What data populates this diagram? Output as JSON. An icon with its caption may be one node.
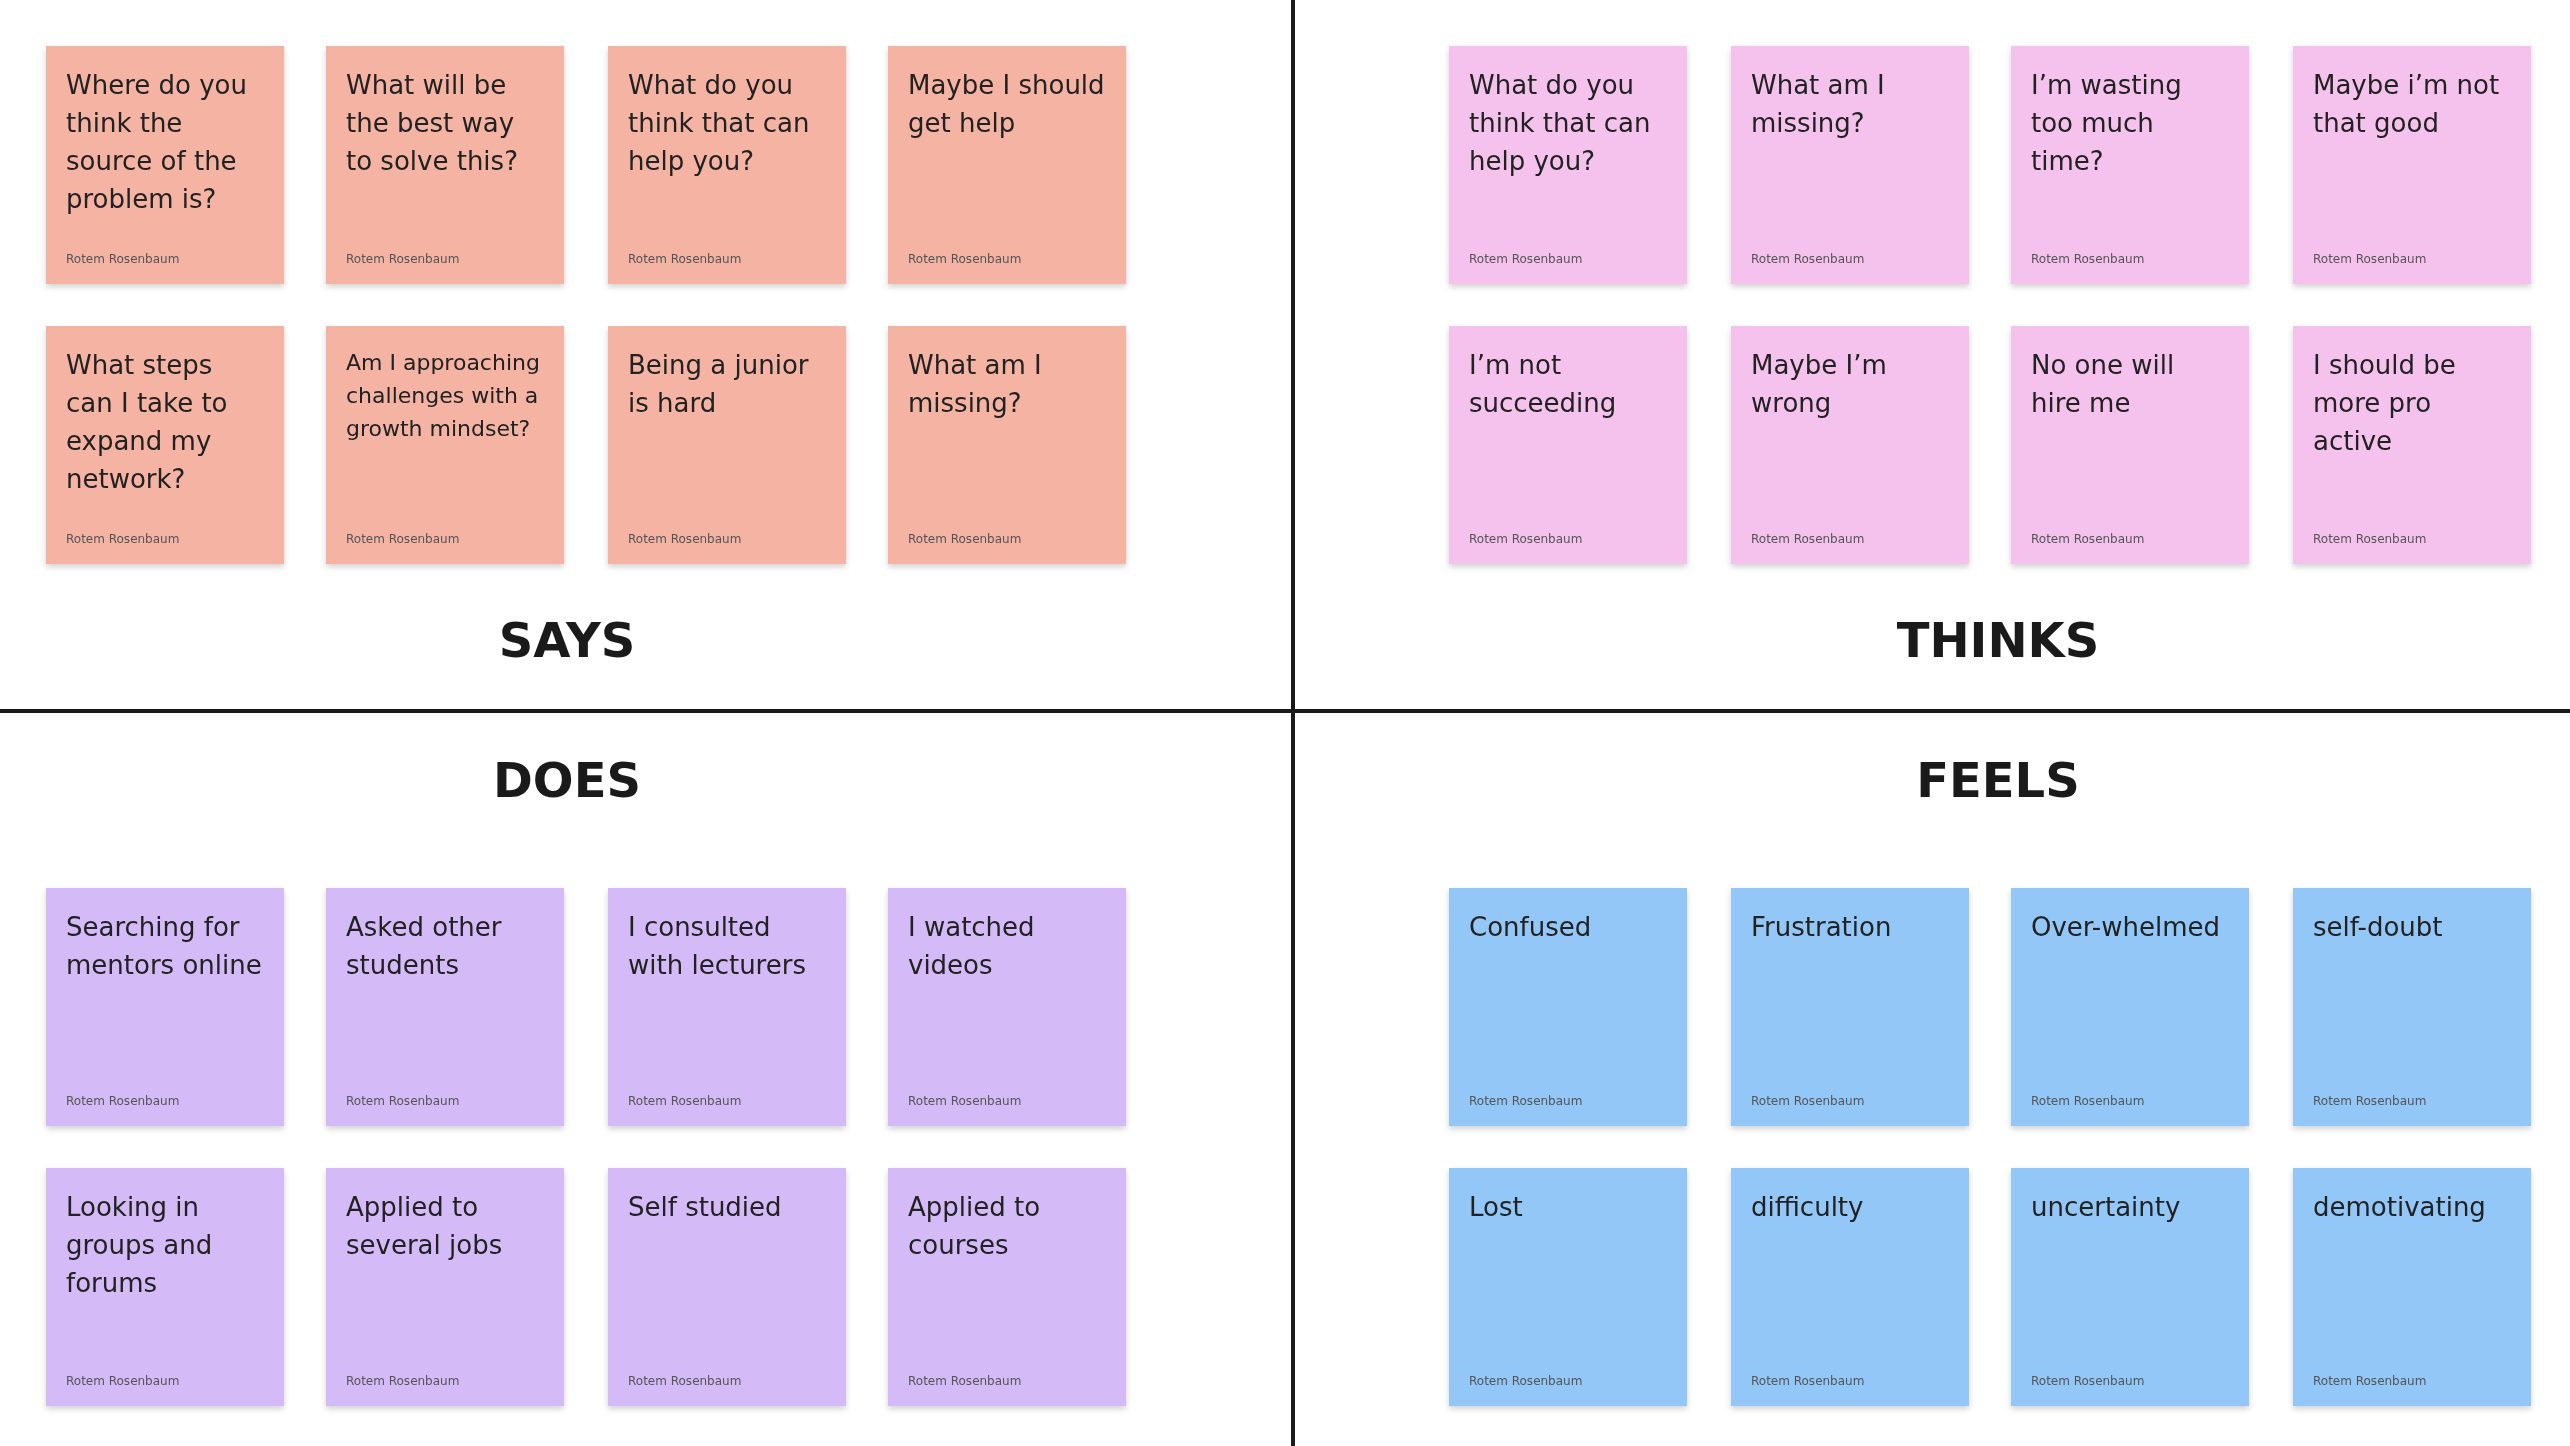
{
  "diagram": {
    "nodes": [
      {
        "text": [
          "Where do you think the source of the problem is?",
          "Rotem Rosenbaum"
        ]
      },
      {
        "text": [
          "What will be the best way to solve this?",
          "Rotem Rosenbaum"
        ]
      },
      {
        "text": [
          "What do you think that can help you?",
          "Rotem Rosenbaum"
        ]
      },
      {
        "text": [
          "Maybe I should get help",
          "Rotem Rosenbaum"
        ]
      },
      {
        "text": [
          "What steps can I take to expand my network?",
          "Rotem Rosenbaum"
        ]
      },
      {
        "text": [
          "Am I approaching challenges with a growth mindset?",
          "Rotem Rosenbaum"
        ]
      },
      {
        "text": [
          "Being a junior is hard",
          "Rotem Rosenbaum"
        ]
      },
      {
        "text": [
          "What am I missing?",
          "Rotem Rosenbaum"
        ]
      },
      {
        "text": [
          "What do you think that can help you?",
          "Rotem Rosenbaum"
        ]
      },
      {
        "text": [
          "What am I missing?",
          "Rotem Rosenbaum"
        ]
      },
      {
        "text": [
          "I’m wasting too much time?",
          "Rotem Rosenbaum"
        ]
      },
      {
        "text": [
          "Maybe i’m not that good",
          "Rotem Rosenbaum"
        ]
      },
      {
        "text": [
          "I’m not succeeding",
          "Rotem Rosenbaum"
        ]
      },
      {
        "text": [
          "Maybe I’m wrong",
          "Rotem Rosenbaum"
        ]
      },
      {
        "text": [
          "No one will hire me",
          "Rotem Rosenbaum"
        ]
      },
      {
        "text": [
          "I should be more pro active",
          "Rotem Rosenbaum"
        ]
      },
      {
        "text": [
          "Searching for mentors online",
          "Rotem Rosenbaum"
        ]
      },
      {
        "text": [
          "Asked other students",
          "Rotem Rosenbaum"
        ]
      },
      {
        "text": [
          "I consulted with lecturers",
          "Rotem Rosenbaum"
        ]
      },
      {
        "text": [
          "I watched videos",
          "Rotem Rosenbaum"
        ]
      },
      {
        "text": [
          "Looking in groups and forums",
          "Rotem Rosenbaum"
        ]
      },
      {
        "text": [
          "Applied to several jobs",
          "Rotem Rosenbaum"
        ]
      },
      {
        "text": [
          "Self studied",
          "Rotem Rosenbaum"
        ]
      },
      {
        "text": [
          "Applied to courses",
          "Rotem Rosenbaum"
        ]
      },
      {
        "text": [
          "Confused",
          "Rotem Rosenbaum"
        ]
      },
      {
        "text": [
          "Frustration",
          "Rotem Rosenbaum"
        ]
      },
      {
        "text": [
          "Over-whelmed",
          "Rotem Rosenbaum"
        ]
      },
      {
        "text": [
          "self-doubt",
          "Rotem Rosenbaum"
        ]
      },
      {
        "text": [
          "Lost",
          "Rotem Rosenbaum"
        ]
      },
      {
        "text": [
          "difficulty",
          "Rotem Rosenbaum"
        ]
      },
      {
        "text": [
          "uncertainty",
          "Rotem Rosenbaum"
        ]
      },
      {
        "text": [
          "demotivating",
          "Rotem Rosenbaum"
        ]
      }
    ],
    "labels": [
      "SAYS",
      "THINKS",
      "DOES",
      "FEELS"
    ]
  }
}
